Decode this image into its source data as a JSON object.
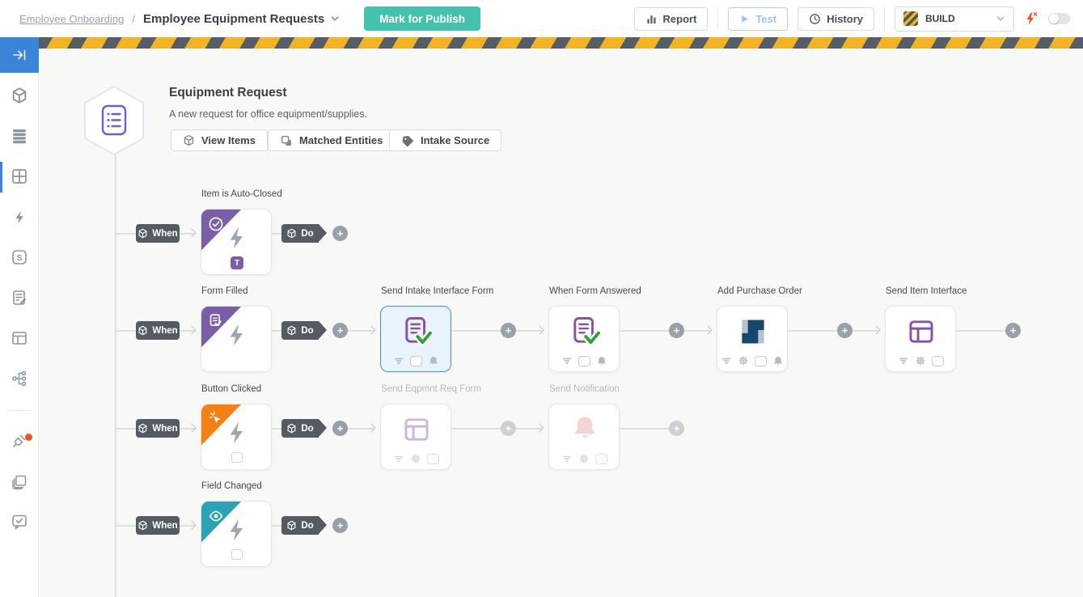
{
  "colors": {
    "accent-teal": "#45C2AB",
    "accent-blue": "#3C83DA",
    "selected-blue": "#4A90D9",
    "purple": "#7B5EA7",
    "orange": "#F68014",
    "teal-trigger": "#2BA3B4",
    "icon-purple": "#8952A8",
    "check-green": "#2FA434",
    "bell-salmon": "#E9998F",
    "netsuite-navy": "#17476E",
    "netsuite-light": "#B7C2CE",
    "hazard-yellow": "#F2B324",
    "hazard-dark": "#555E66",
    "tag-dark": "#555B63"
  },
  "topbar": {
    "breadcrumb": "Employee Onboarding",
    "separator": "/",
    "title": "Employee Equipment Requests",
    "publish_label": "Mark for Publish",
    "report_label": "Report",
    "test_label": "Test",
    "history_label": "History",
    "env_label": "BUILD"
  },
  "header": {
    "title": "Equipment Request",
    "description": "A new request for office equipment/supplies.",
    "view_items_label": "View Items",
    "matched_entities_label": "Matched Entities",
    "intake_source_label": "Intake Source"
  },
  "workflow": {
    "when_label": "When",
    "do_label": "Do",
    "add_label": "+",
    "rows": [
      {
        "trigger": {
          "label": "Item is Auto-Closed",
          "badge": "T"
        },
        "actions": []
      },
      {
        "trigger": {
          "label": "Form Filled"
        },
        "actions": [
          {
            "label": "Send Intake Interface Form"
          },
          {
            "label": "When Form Answered"
          },
          {
            "label": "Add Purchase Order"
          },
          {
            "label": "Send Item Interface"
          }
        ]
      },
      {
        "trigger": {
          "label": "Button Clicked"
        },
        "actions": [
          {
            "label": "Send Eqpmnt Req Form"
          },
          {
            "label": "Send Notification"
          }
        ]
      },
      {
        "trigger": {
          "label": "Field Changed"
        },
        "actions": []
      }
    ]
  }
}
